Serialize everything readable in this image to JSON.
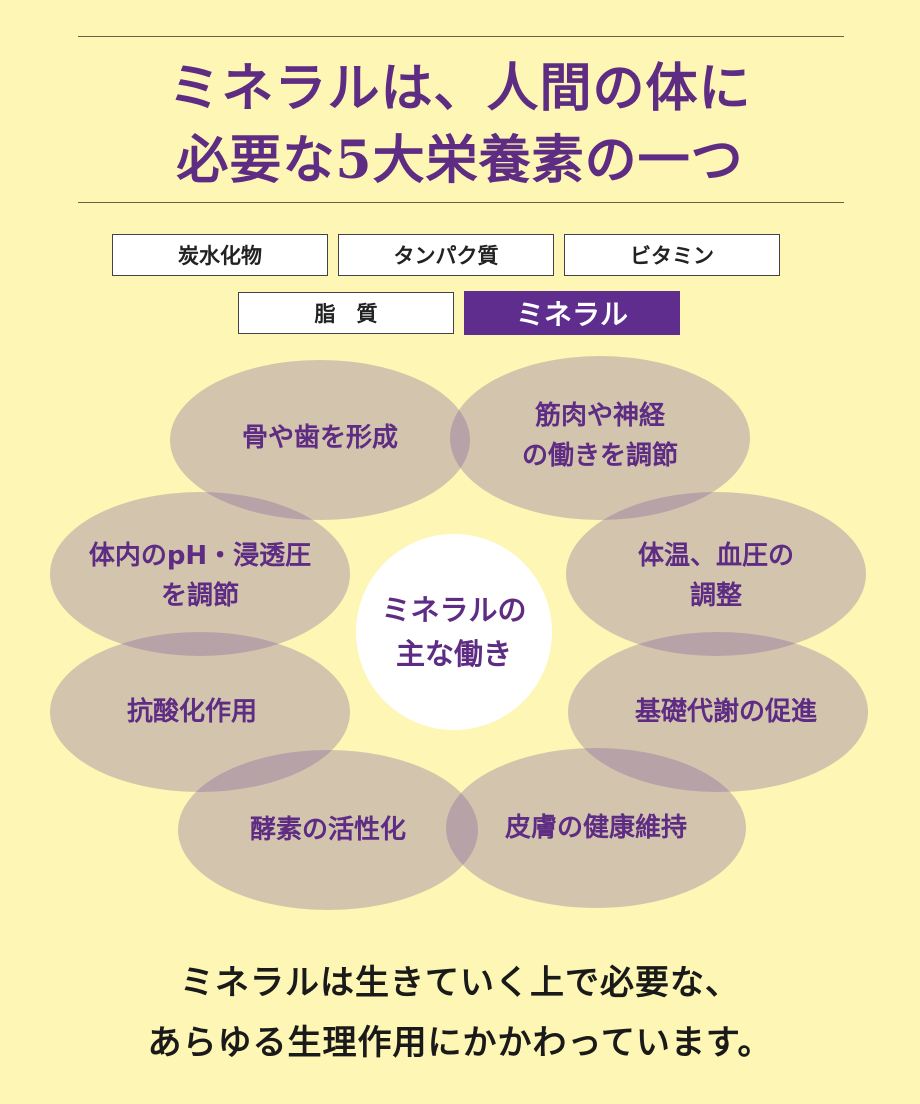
{
  "title": {
    "line1": "ミネラルは、人間の体に",
    "line2": "必要な5大栄養素の一つ"
  },
  "nutrients": {
    "carbohydrates": "炭水化物",
    "protein": "タンパク質",
    "vitamins": "ビタミン",
    "lipids": "脂　質",
    "minerals": "ミネラル"
  },
  "center": {
    "line1": "ミネラルの",
    "line2": "主な働き"
  },
  "functions": [
    {
      "line1": "骨や歯を形成",
      "line2": ""
    },
    {
      "line1": "筋肉や神経",
      "line2": "の働きを調節"
    },
    {
      "line1": "体温、血圧の",
      "line2": "調整"
    },
    {
      "line1": "基礎代謝の促進",
      "line2": ""
    },
    {
      "line1": "皮膚の健康維持",
      "line2": ""
    },
    {
      "line1": "酵素の活性化",
      "line2": ""
    },
    {
      "line1": "抗酸化作用",
      "line2": ""
    },
    {
      "line1": "体内のpH・浸透圧",
      "line2": "を調節"
    }
  ],
  "footer": {
    "line1": "ミネラルは生きていく上で必要な、",
    "line2": "あらゆる生理作用にかかわっています。"
  },
  "colors": {
    "background": "#fdf6b4",
    "accent_purple": "#5e2d8e",
    "ellipse_fill": "#7c5aa0",
    "center_fill": "#ffffff"
  }
}
